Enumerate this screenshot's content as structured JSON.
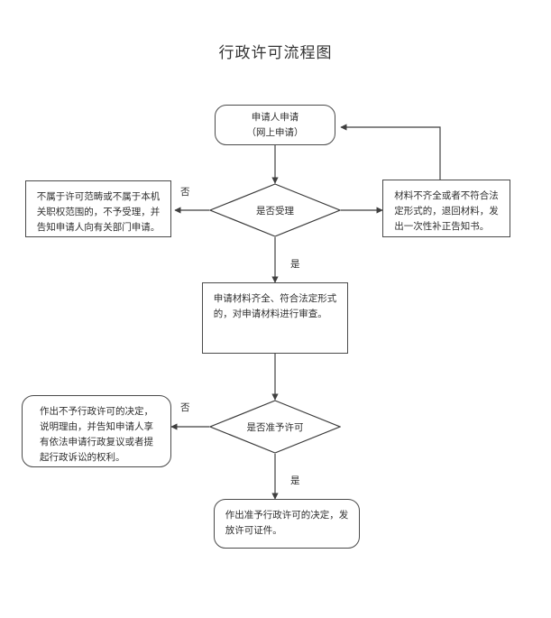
{
  "document": {
    "title": "行政许可流程图"
  },
  "flowchart": {
    "type": "flowchart",
    "orientation": "top-to-bottom",
    "nodes": [
      {
        "id": "start",
        "shape": "rounded-rectangle",
        "text": "申请人申请\n（网上申请）"
      },
      {
        "id": "decision-accept",
        "shape": "diamond",
        "text": "是否受理"
      },
      {
        "id": "not-in-scope",
        "shape": "rectangle",
        "text": "不属于许可范畴或不属于本机\n关职权范围的，不予受理，并\n告知申请人向有关部门申请。"
      },
      {
        "id": "incomplete-materials",
        "shape": "rectangle",
        "text": "材料不齐全或者不符合法\n定形式的，退回材料，发\n出一次性补正告知书。"
      },
      {
        "id": "review-materials",
        "shape": "rectangle",
        "text": "申请材料齐全、符合法定形式\n的，对申请材料进行审查。"
      },
      {
        "id": "decision-permit",
        "shape": "diamond",
        "text": "是否准予许可"
      },
      {
        "id": "deny-permit",
        "shape": "rounded-rectangle",
        "text": "作出不予行政许可的决定，\n说明理由，并告知申请人享\n有依法申请行政复议或者提\n起行政诉讼的权利。"
      },
      {
        "id": "grant-permit",
        "shape": "rounded-rectangle",
        "text": "作出准予行政许可的决定，发\n放许可证件。"
      }
    ],
    "edge_labels": {
      "accept_no": "否",
      "accept_yes": "是",
      "permit_no": "否",
      "permit_yes": "是"
    },
    "colors": {
      "stroke": "#4a4a4a",
      "diamond_stroke": "#3a3a3a",
      "text": "#2f2f2f",
      "background": "#ffffff"
    }
  }
}
